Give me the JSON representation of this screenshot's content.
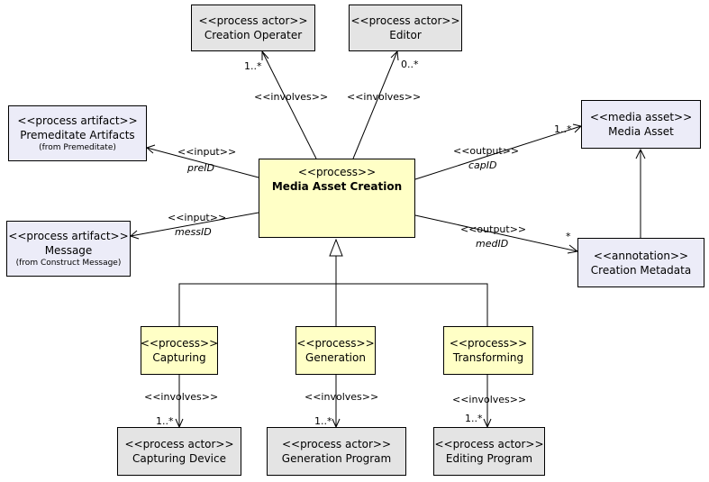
{
  "nodes": {
    "creation_operater": {
      "stereotype": "<<process actor>>",
      "name": "Creation Operater"
    },
    "editor": {
      "stereotype": "<<process actor>>",
      "name": "Editor"
    },
    "premeditate_artifacts": {
      "stereotype": "<<process artifact>>",
      "name": "Premeditate Artifacts",
      "from": "(from Premeditate)"
    },
    "message": {
      "stereotype": "<<process artifact>>",
      "name": "Message",
      "from": "(from Construct Message)"
    },
    "media_asset_creation": {
      "stereotype": "<<process>>",
      "name": "Media Asset Creation"
    },
    "media_asset": {
      "stereotype": "<<media asset>>",
      "name": "Media Asset"
    },
    "creation_metadata": {
      "stereotype": "<<annotation>>",
      "name": "Creation Metadata"
    },
    "capturing": {
      "stereotype": "<<process>>",
      "name": "Capturing"
    },
    "generation": {
      "stereotype": "<<process>>",
      "name": "Generation"
    },
    "transforming": {
      "stereotype": "<<process>>",
      "name": "Transforming"
    },
    "capturing_device": {
      "stereotype": "<<process actor>>",
      "name": "Capturing Device"
    },
    "generation_program": {
      "stereotype": "<<process actor>>",
      "name": "Generation Program"
    },
    "editing_program": {
      "stereotype": "<<process actor>>",
      "name": "Editing Program"
    }
  },
  "labels": {
    "involves": "<<involves>>",
    "input": "<<input>>",
    "output": "<<output>>",
    "mult_1n": "1..*",
    "mult_0n": "0..*",
    "mult_star": "*",
    "preid": "preID",
    "messid": "messID",
    "capid": "capID",
    "medid": "medID"
  }
}
